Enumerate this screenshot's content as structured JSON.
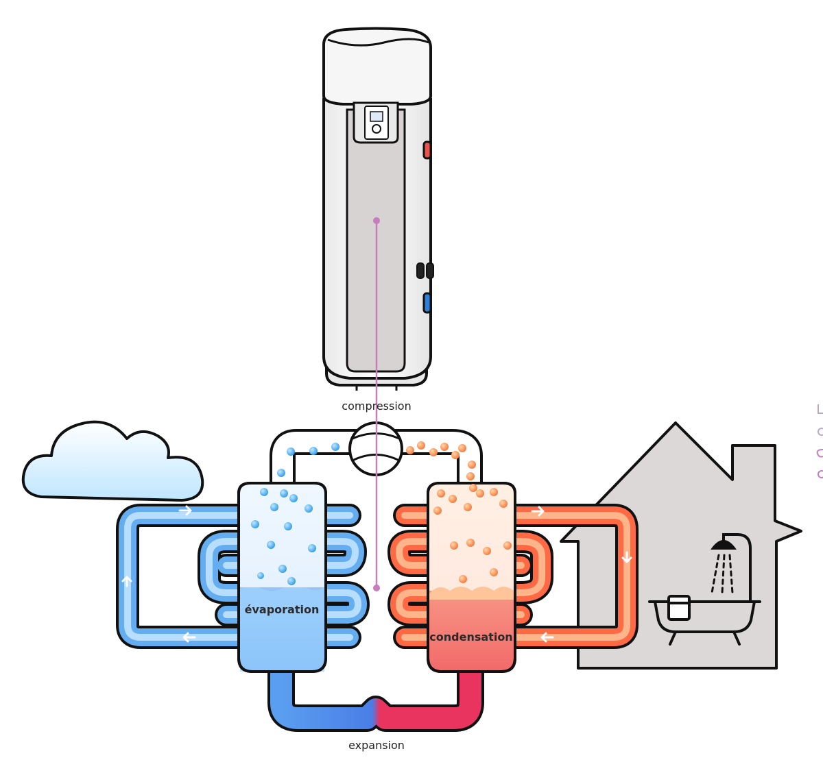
{
  "labels": {
    "compression": "compression",
    "evaporation": "évaporation",
    "condensation": "condensation",
    "expansion": "expansion"
  },
  "colors": {
    "cold_light": "#bfe3ff",
    "cold": "#5aa8ef",
    "cold_dark": "#4a90e2",
    "hot_light": "#ffb98a",
    "hot": "#ff6d4a",
    "hot_dark": "#e8345f",
    "pointer": "#c77dbd",
    "outline": "#111111",
    "house": "#dcd8d8",
    "tank_panel": "#d7d3d3"
  },
  "icons": [
    "cloud-icon",
    "house-icon",
    "bathtub-icon",
    "shower-icon",
    "water-heater-icon",
    "compressor-icon"
  ]
}
